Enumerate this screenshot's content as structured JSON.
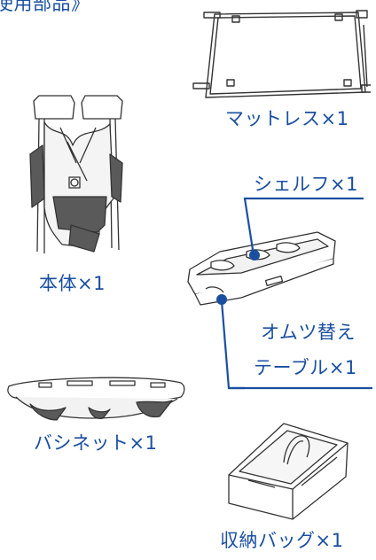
{
  "heading": "使用部品》",
  "colors": {
    "label": "#1a4fa0",
    "line": "#1a4fa0",
    "ink": "#333333",
    "shade": "#5a5a5a"
  },
  "parts": {
    "mattress": {
      "label": "マットレス×1",
      "icon": "mattress-illustration"
    },
    "body": {
      "label": "本体×1",
      "icon": "playard-frame-illustration"
    },
    "shelf": {
      "label": "シェルフ×1",
      "icon": "shelf-illustration"
    },
    "changing_table": {
      "label_line1": "オムツ替え",
      "label_line2": "テーブル×1",
      "icon": "changing-table-illustration"
    },
    "bassinet": {
      "label": "バシネット×1",
      "icon": "bassinet-illustration"
    },
    "bag": {
      "label": "収納バッグ×1",
      "icon": "storage-bag-illustration"
    }
  }
}
